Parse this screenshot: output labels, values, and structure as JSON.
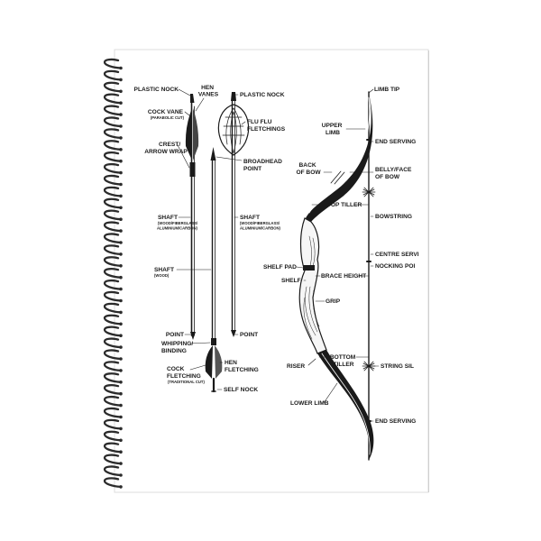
{
  "colors": {
    "background": "#ffffff",
    "page": "#ffffff",
    "ink": "#1a1a1a",
    "coil": "#2b2b2b",
    "cover_edge": "#d9d9d9"
  },
  "arrows": {
    "plastic_nock_left": "PLASTIC NOCK",
    "hen_vanes": "HEN VANES",
    "plastic_nock_right": "PLASTIC NOCK",
    "cock_vane": "COCK VANE",
    "cock_vane_note": "(PARABOLIC CUT)",
    "flu_flu": "FLU FLU FLETCHINGS",
    "crest": "CREST/ ARROW WRAP",
    "broadhead": "BROADHEAD POINT",
    "shaft_left": "SHAFT",
    "shaft_left_note": "(WOOD/FIBERGLASS/ ALUMINIUM/CARBON)",
    "shaft_right": "SHAFT",
    "shaft_right_note": "(WOOD/FIBERGLASS/ ALUMINIUM/CARBON)",
    "shaft_wood": "SHAFT",
    "shaft_wood_note": "(WOOD)",
    "point_left": "POINT",
    "point_right": "POINT",
    "whipping": "WHIPPING/ BINDING",
    "hen_fletching": "HEN FLETCHING",
    "cock_fletching": "COCK FLETCHING",
    "cock_fletching_note": "(TRADITIONAL CUT)",
    "self_nock": "SELF NOCK"
  },
  "bow": {
    "limb_tip": "LIMB TIP",
    "upper_limb": "UPPER LIMB",
    "end_serving_top": "END SERVING",
    "back_of_bow": "BACK OF BOW",
    "belly": "BELLY/FACE OF BOW",
    "top_tiller": "TOP TILLER",
    "bowstring": "BOWSTRING",
    "centre_serving": "CENTRE SERVI",
    "nocking_point": "NOCKING POI",
    "shelf_pad": "SHELF PAD",
    "brace_height": "BRACE HEIGHT",
    "shelf": "SHELF",
    "grip": "GRIP",
    "bottom_tiller": "BOTTOM TILLER",
    "riser": "RISER",
    "string_silencer": "STRING SIL",
    "lower_limb": "LOWER LIMB",
    "end_serving_bottom": "END SERVING"
  }
}
